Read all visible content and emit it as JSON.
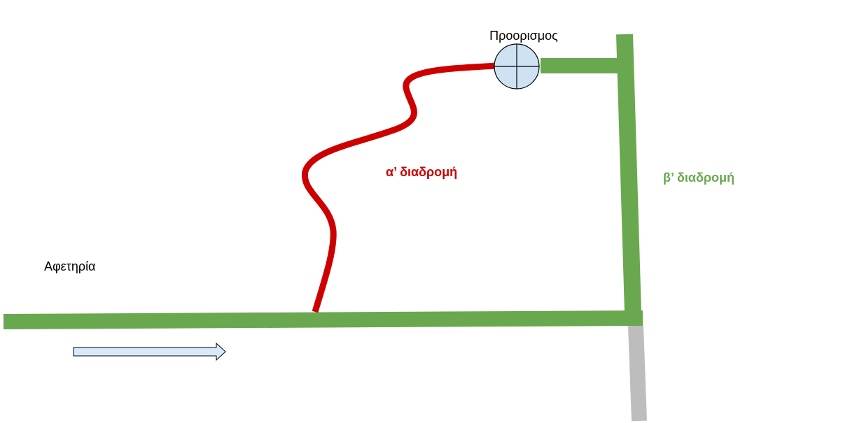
{
  "labels": {
    "start": "Αφετηρία",
    "destination": "Προορισμος",
    "route_a": "α’ διαδρομή",
    "route_b": "β’ διαδρομή"
  },
  "colors": {
    "route_a": "#cc0000",
    "route_b": "#6aa84f",
    "side_road": "#bdbdbd",
    "destination_fill": "#cfe2f3",
    "arrow_fill": "#dae8fc",
    "text": "#000000"
  },
  "icons": {
    "destination": "crosshair-circle-icon",
    "direction": "right-arrow-icon"
  }
}
